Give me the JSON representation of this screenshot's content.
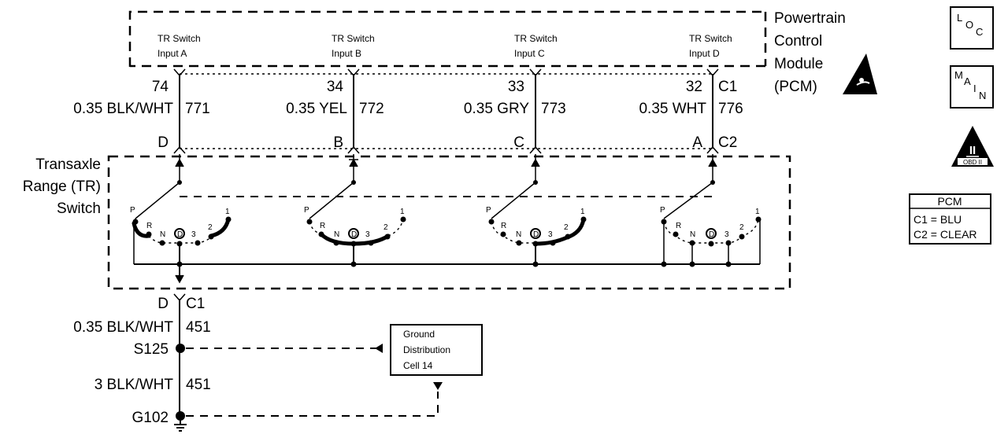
{
  "pcm": {
    "title_lines": [
      "Powertrain",
      "Control",
      "Module",
      "(PCM)"
    ],
    "inputs": [
      {
        "line1": "TR Switch",
        "line2": "Input A",
        "pin": "74",
        "gauge_color": "0.35 BLK/WHT",
        "circuit": "771",
        "tr_pin": "D"
      },
      {
        "line1": "TR Switch",
        "line2": "Input B",
        "pin": "34",
        "gauge_color": "0.35 YEL",
        "circuit": "772",
        "tr_pin": "B"
      },
      {
        "line1": "TR Switch",
        "line2": "Input C",
        "pin": "33",
        "gauge_color": "0.35 GRY",
        "circuit": "773",
        "tr_pin": "C"
      },
      {
        "line1": "TR Switch",
        "line2": "Input D",
        "pin": "32",
        "gauge_color": "0.35 WHT",
        "circuit": "776",
        "tr_pin": "A"
      }
    ],
    "connector_top": "C1",
    "connector_bottom": "C2"
  },
  "tr_switch": {
    "label_lines": [
      "Transaxle",
      "Range (TR)",
      "Switch"
    ],
    "positions": [
      "P",
      "R",
      "N",
      "D",
      "3",
      "2",
      "1"
    ]
  },
  "ground": {
    "pin": "D",
    "connector": "C1",
    "wire1_gauge_color": "0.35 BLK/WHT",
    "wire1_circuit": "451",
    "splice": "S125",
    "wire2_gauge_color": "3 BLK/WHT",
    "wire2_circuit": "451",
    "ground_point": "G102",
    "distribution_lines": [
      "Ground",
      "Distribution",
      "Cell 14"
    ]
  },
  "side_icons": {
    "loc_letters": [
      "L",
      "O",
      "C"
    ],
    "main_letters": [
      "M",
      "A",
      "I",
      "N"
    ],
    "obd_numeral": "II",
    "obd_text": "OBD II"
  },
  "legend": {
    "title": "PCM",
    "rows": [
      "C1 = BLU",
      "C2 = CLEAR"
    ]
  }
}
